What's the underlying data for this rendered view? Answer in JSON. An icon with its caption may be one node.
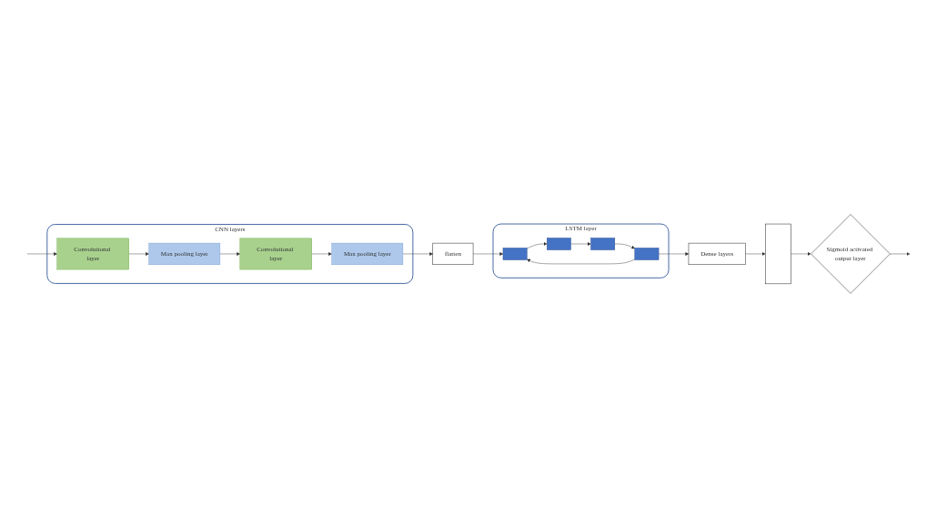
{
  "diagram": {
    "nodes": [
      {
        "text": [
          "CNN layers"
        ]
      },
      {
        "text": [
          "Convolutional layer"
        ],
        "in": 0
      },
      {
        "text": [
          "Max pooling layer"
        ],
        "in": 0
      },
      {
        "text": [
          "Convolutional layer"
        ],
        "in": 0
      },
      {
        "text": [
          "Max pooling layer"
        ],
        "in": 0
      },
      {
        "text": [
          "flatten"
        ]
      },
      {
        "text": [
          "LSTM layer"
        ]
      },
      {
        "text": [],
        "shape": "box",
        "in": 6
      },
      {
        "text": [],
        "shape": "box",
        "in": 6
      },
      {
        "text": [],
        "shape": "box",
        "in": 6
      },
      {
        "text": [],
        "shape": "box",
        "in": 6
      },
      {
        "text": [
          "Dense layers"
        ]
      },
      {
        "text": [],
        "shape": "bar"
      },
      {
        "text": [
          "Sigmoid activated output layer"
        ]
      }
    ],
    "edges": [
      {
        "from": null,
        "to": 1,
        "arrow": "to"
      },
      {
        "from": 1,
        "to": 2,
        "arrow": "to"
      },
      {
        "from": 2,
        "to": 3,
        "arrow": "to"
      },
      {
        "from": 3,
        "to": 4,
        "arrow": "to"
      },
      {
        "from": 4,
        "to": 5,
        "arrow": "to"
      },
      {
        "from": 5,
        "to": 7,
        "arrow": "to"
      },
      {
        "from": 7,
        "to": 8,
        "arrow": "to"
      },
      {
        "from": 8,
        "to": 9,
        "arrow": "to"
      },
      {
        "from": 9,
        "to": 10,
        "arrow": "to"
      },
      {
        "from": 10,
        "to": 7,
        "arrow": "to"
      },
      {
        "from": 10,
        "to": 11,
        "arrow": "to"
      },
      {
        "from": 11,
        "to": 12,
        "arrow": "to"
      },
      {
        "from": 12,
        "to": 13,
        "arrow": "to"
      },
      {
        "from": 13,
        "to": null,
        "arrow": "to"
      }
    ]
  }
}
